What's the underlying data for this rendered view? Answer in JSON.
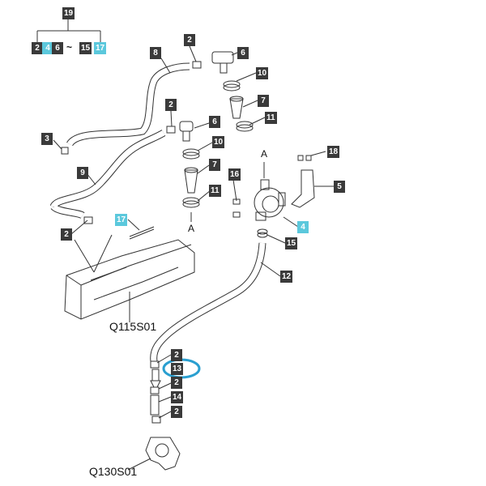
{
  "colors": {
    "dark_label": "#3a3a3a",
    "cyan_label": "#5bc8dc",
    "highlight_ring": "#2a9fd0",
    "line": "#333333"
  },
  "group": {
    "top": "19",
    "range": [
      "2",
      "4",
      "6",
      "~",
      "15",
      "17"
    ]
  },
  "callouts": {
    "c2_top": "2",
    "c8": "8",
    "c6_top": "6",
    "c10_top": "10",
    "c7_top": "7",
    "c2_mid": "2",
    "c6_mid": "6",
    "c11_top": "11",
    "c3": "3",
    "c10_mid": "10",
    "c7_mid": "7",
    "c9": "9",
    "c16": "16",
    "c11_mid": "11",
    "c18": "18",
    "c5": "5",
    "c4": "4",
    "c17": "17",
    "c2_left": "2",
    "c15": "15",
    "c12": "12",
    "c2_low": "2",
    "c13": "13",
    "c2_low2": "2",
    "c14": "14",
    "c2_bottom": "2"
  },
  "letters": {
    "a_left": "A",
    "a_right": "A"
  },
  "references": {
    "cover": "Q115S01",
    "housing": "Q130S01"
  },
  "highlight": {
    "part": "13"
  }
}
